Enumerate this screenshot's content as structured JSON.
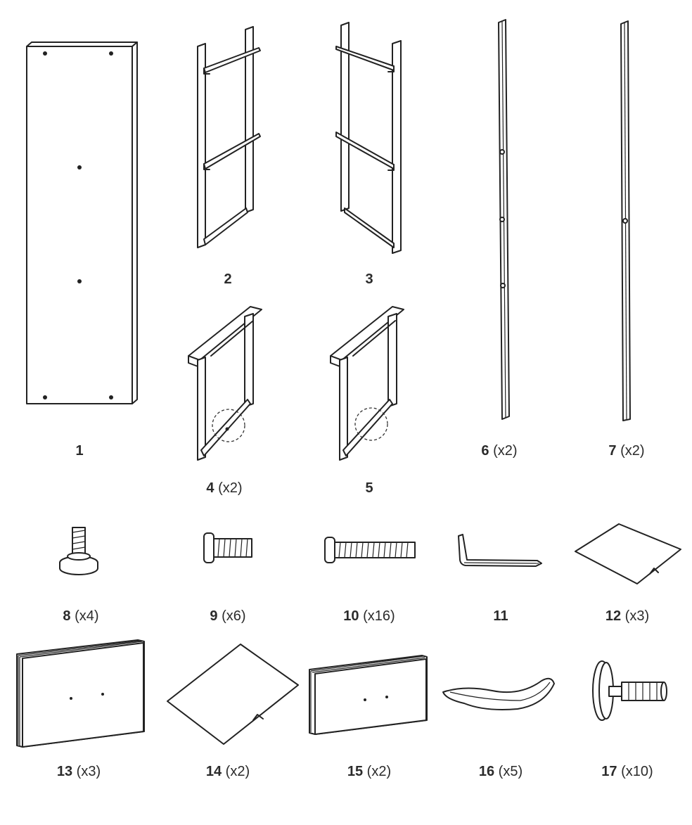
{
  "parts": [
    {
      "number": "1",
      "quantity": "",
      "icon": "side-panel"
    },
    {
      "number": "2",
      "quantity": "",
      "icon": "tall-frame-left"
    },
    {
      "number": "3",
      "quantity": "",
      "icon": "tall-frame-right"
    },
    {
      "number": "4",
      "quantity": "(x2)",
      "icon": "short-frame-marked"
    },
    {
      "number": "5",
      "quantity": "",
      "icon": "short-frame"
    },
    {
      "number": "6",
      "quantity": "(x2)",
      "icon": "rail-three-holes"
    },
    {
      "number": "7",
      "quantity": "(x2)",
      "icon": "rail-one-hole"
    },
    {
      "number": "8",
      "quantity": "(x4)",
      "icon": "leveling-foot"
    },
    {
      "number": "9",
      "quantity": "(x6)",
      "icon": "short-bolt"
    },
    {
      "number": "10",
      "quantity": "(x16)",
      "icon": "long-bolt"
    },
    {
      "number": "11",
      "quantity": "",
      "icon": "allen-key"
    },
    {
      "number": "12",
      "quantity": "(x3)",
      "icon": "small-shelf-board"
    },
    {
      "number": "13",
      "quantity": "(x3)",
      "icon": "thick-panel"
    },
    {
      "number": "14",
      "quantity": "(x2)",
      "icon": "large-shelf-board"
    },
    {
      "number": "15",
      "quantity": "(x2)",
      "icon": "small-panel"
    },
    {
      "number": "16",
      "quantity": "(x5)",
      "icon": "curved-handle"
    },
    {
      "number": "17",
      "quantity": "(x10)",
      "icon": "cam-dowel"
    }
  ]
}
